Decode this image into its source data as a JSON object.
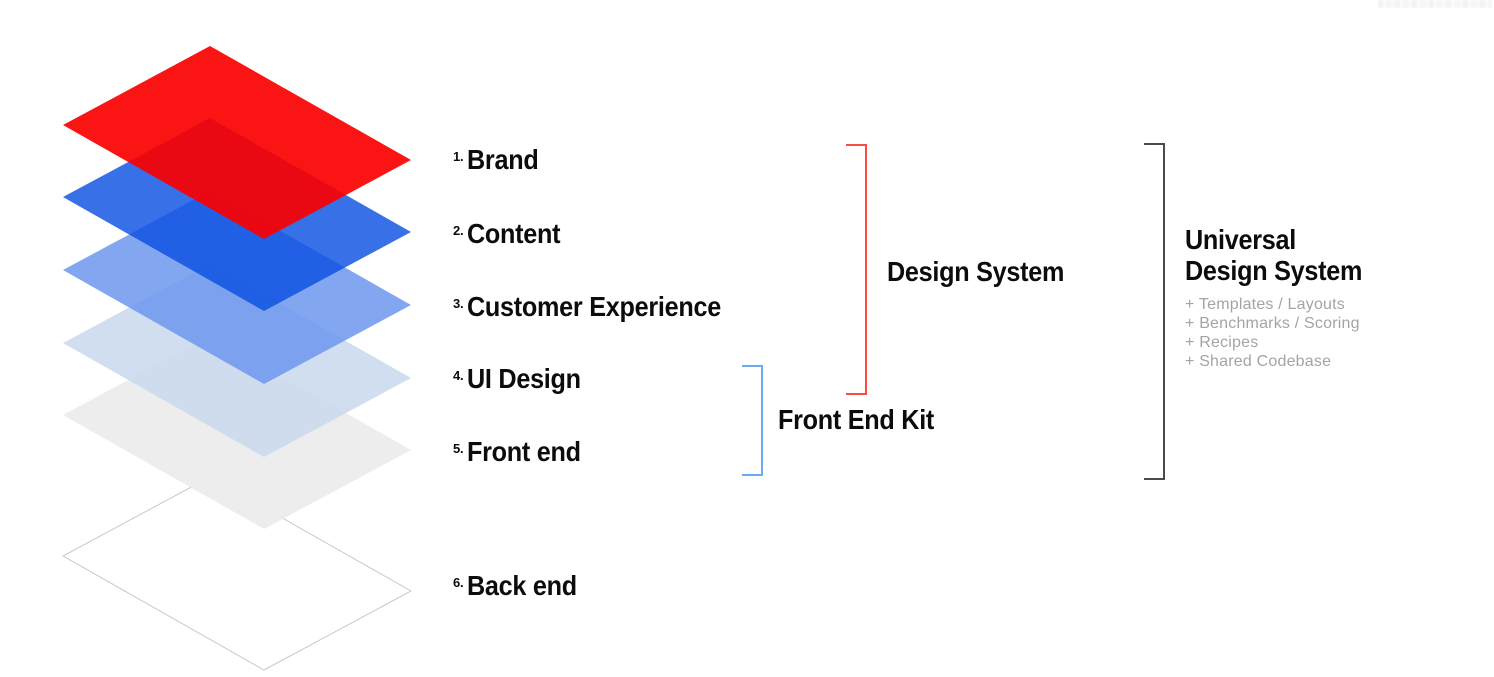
{
  "stack": {
    "layers": [
      {
        "number": "1.",
        "label": "Brand",
        "fill_color": "#fa0000"
      },
      {
        "number": "2.",
        "label": "Content",
        "fill_color": "#0b50e2"
      },
      {
        "number": "3.",
        "label": "Customer Experience",
        "fill_color": "#6d97ee"
      },
      {
        "number": "4.",
        "label": "UI Design",
        "fill_color": "#c8d8ec"
      },
      {
        "number": "5.",
        "label": "Front end",
        "fill_color": "#ebeced"
      },
      {
        "number": "6.",
        "label": "Back end",
        "fill_color": "#ffffff",
        "stroke_color": "#c8c9ca"
      }
    ]
  },
  "brackets": {
    "design_system": {
      "label": "Design System",
      "color": "#fa4a44",
      "spans_layers": "1-4"
    },
    "front_end_kit": {
      "label": "Front End Kit",
      "color": "#6aabf2",
      "spans_layers": "4-5"
    },
    "universal": {
      "title_line1": "Universal",
      "title_line2": "Design System",
      "color": "#4a4b4d",
      "spans_layers": "1-5",
      "items": [
        "+ Templates / Layouts",
        "+ Benchmarks / Scoring",
        "+ Recipes",
        "+ Shared Codebase"
      ]
    }
  }
}
